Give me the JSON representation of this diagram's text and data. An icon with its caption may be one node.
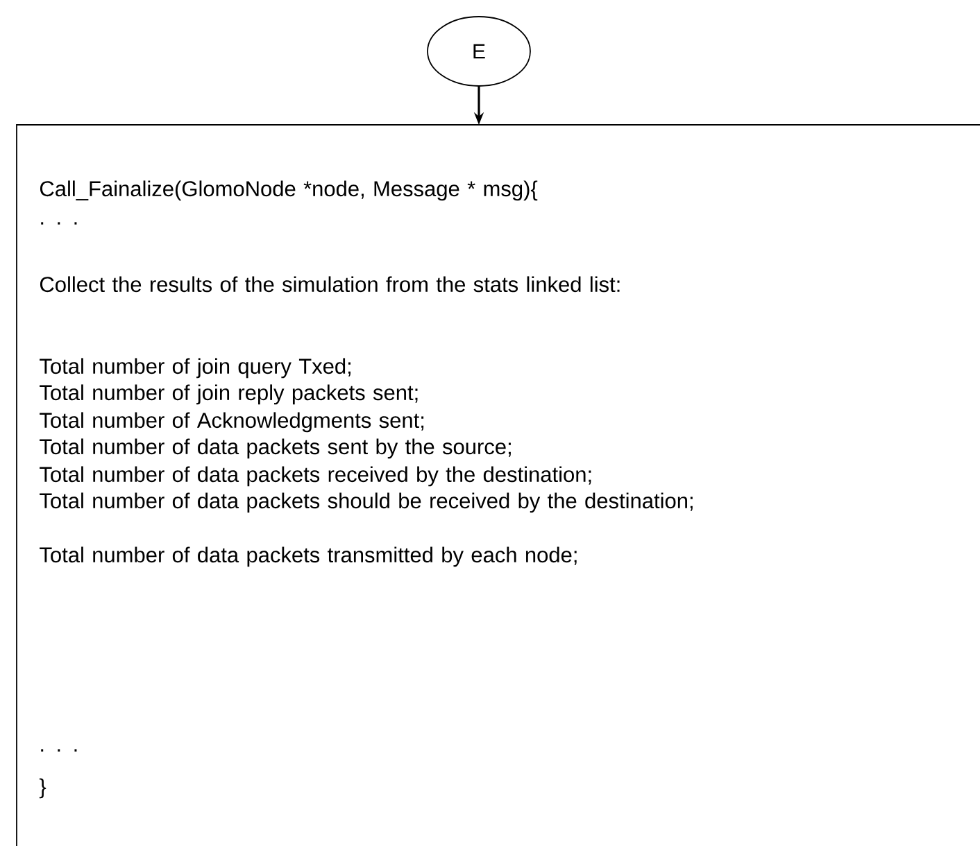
{
  "diagram": {
    "nodes": [
      {
        "text": [
          "E"
        ]
      },
      {
        "text": [
          "Call_Fainalize(GlomoNode *node, Message * msg){",
          ". . .",
          "Collect the results of the simulation from the stats linked list:",
          "Total number of join query Txed;",
          "Total number of join reply packets sent;",
          "Total number of Acknowledgments sent;",
          "Total number of data packets sent by the source;",
          "Total number of data packets received by the destination;",
          "Total number of data packets should be received by the destination;",
          "Total number of data packets transmitted by each node;",
          ". . .",
          "}"
        ]
      }
    ],
    "edges": [
      {
        "from": 0,
        "to": 1,
        "arrow": "to"
      }
    ]
  }
}
